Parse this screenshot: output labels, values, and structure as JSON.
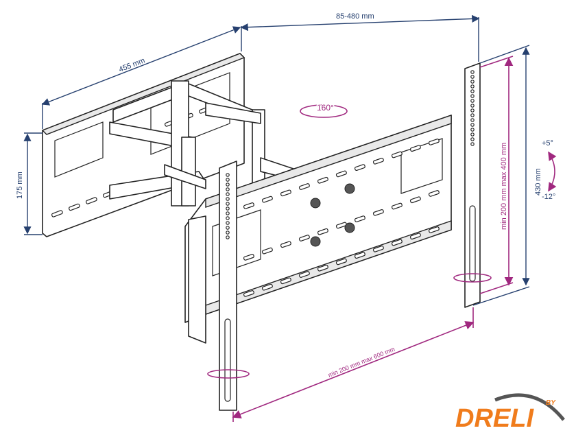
{
  "dimensions": {
    "wall_plate_width": "455 mm",
    "extension": "85-480 mm",
    "wall_plate_height": "175 mm",
    "overall_height": "430 mm",
    "vesa_vertical": "min 200 mm max 400 mm",
    "vesa_horizontal": "min 200 mm max 600 mm",
    "swivel": "160°",
    "tilt_up": "+5°",
    "tilt_down": "-12°"
  },
  "logo": {
    "text": "DRELI",
    "by": "BY",
    "color": "#f07c1c",
    "swoosh_color": "#555555"
  },
  "colors": {
    "dimension_blue": "#26406f",
    "dimension_pink": "#a0287f"
  }
}
